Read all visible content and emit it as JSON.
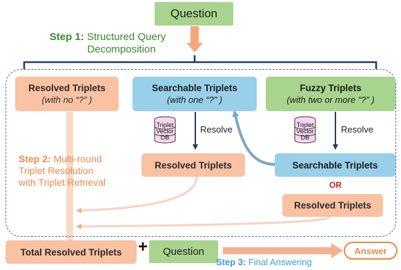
{
  "question_top": "Question",
  "step1": {
    "label": "Step 1:",
    "text1": "Structured Query",
    "text2": "Decomposition"
  },
  "resolved_top": {
    "title": "Resolved Triplets",
    "sub": "(with no “?” )"
  },
  "searchable_top": {
    "title": "Searchable Triplets",
    "sub": "(with one “?” )"
  },
  "fuzzy_top": {
    "title": "Fuzzy Triplets",
    "sub": "(with two or more  “?” )"
  },
  "db": {
    "line1": "Triplet",
    "line2": "Vector",
    "line3": "DB"
  },
  "resolve_label": "Resolve",
  "step2": {
    "label": "Step 2:",
    "text1": "Multi-round",
    "text2": "Triplet Resolution",
    "text3": "with Triplet Retrieval"
  },
  "resolved_mid": "Resolved Triplets",
  "searchable_mid": "Searchable Triplets",
  "or_label": "OR",
  "resolved_right": "Resolved Triplets",
  "total": "Total Resolved Triplets",
  "plus": "+",
  "question_bottom": "Question",
  "step3": {
    "label": "Step 3:",
    "text": "Final Answering"
  },
  "answer": "Answer",
  "colors": {
    "orange": "#f8c2a3",
    "blue": "#98cfe9",
    "green": "#a9d48e",
    "step1": "#3a8a2e",
    "step2": "#ee8a4c",
    "step3": "#3b9fd4",
    "answer": "#f0883e"
  }
}
